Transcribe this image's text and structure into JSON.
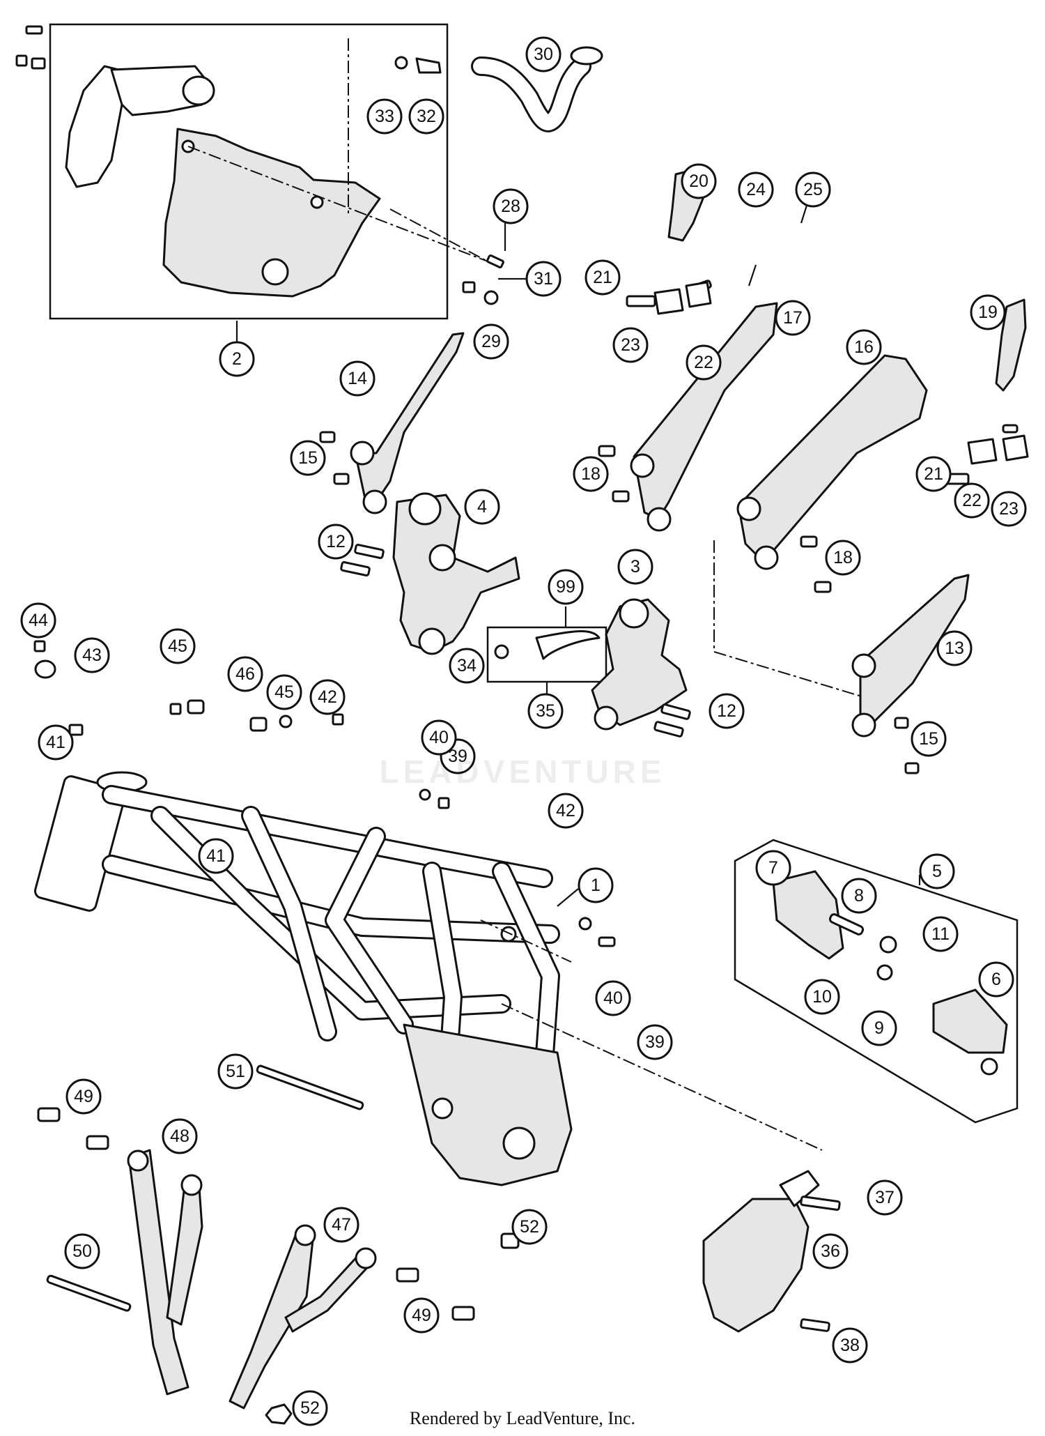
{
  "credit": "Rendered by LeadVenture, Inc.",
  "watermark": "LEADVENTURE",
  "callout_numbers": [
    "1",
    "2",
    "3",
    "4",
    "5",
    "6",
    "7",
    "8",
    "9",
    "10",
    "11",
    "12",
    "13",
    "14",
    "15",
    "16",
    "17",
    "18",
    "19",
    "20",
    "21",
    "22",
    "23",
    "24",
    "25",
    "28",
    "29",
    "30",
    "31",
    "32",
    "33",
    "34",
    "35",
    "36",
    "37",
    "38",
    "39",
    "40",
    "41",
    "42",
    "43",
    "44",
    "45",
    "46",
    "47",
    "48",
    "49",
    "50",
    "51",
    "52",
    "99"
  ],
  "icons": {
    "frame": "frame-icon",
    "skid_plate": "skid-plate-icon",
    "footrest_bracket": "footrest-bracket-icon",
    "subframe_strut": "strut-icon",
    "bolt": "bolt-icon",
    "footpeg": "footpeg-icon"
  }
}
